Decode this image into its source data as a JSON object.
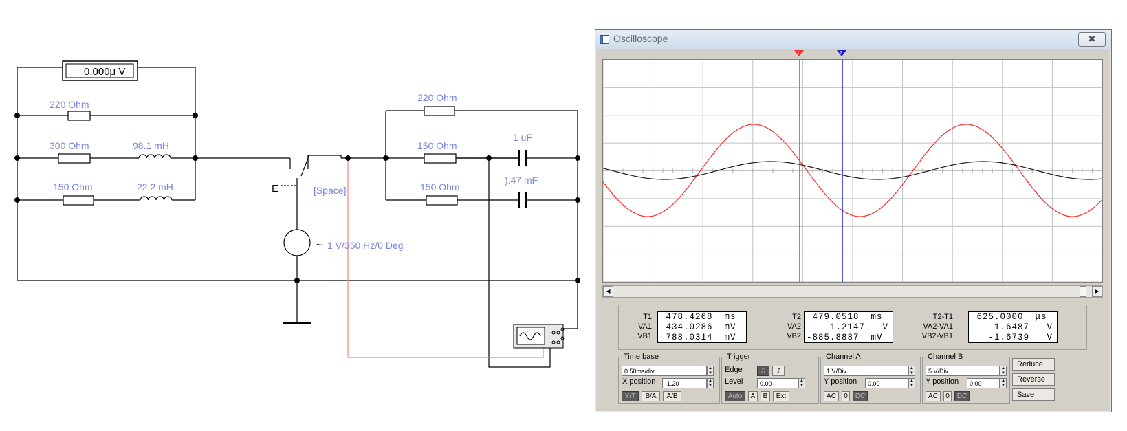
{
  "circuit": {
    "voltmeter_reading": "0.000μ V",
    "r_220_left": "220  Ohm",
    "r_300": "300  Ohm",
    "l_98": "98.1 mH",
    "r_150_left": "150  Ohm",
    "l_22": "22.2 mH",
    "switch_key": "E",
    "switch_label": "[Space]",
    "source_label": "1 V/350 Hz/0 Deg",
    "r_220_right": "220  Ohm",
    "r_150_right_top": "150  Ohm",
    "c_1uf": "1 uF",
    "r_150_right_bottom": "150  Ohm",
    "c_047": ").47 mF"
  },
  "scope": {
    "title": "Oscilloscope",
    "close_glyph": "✖",
    "marker1": "1",
    "marker2": "2",
    "colors": {
      "channel_a": "#ff2a2a",
      "channel_b": "#1a1a1a",
      "cursor1": "#ff2a2a",
      "cursor2": "#1f1fd6"
    }
  },
  "readout": {
    "t1_label": "T1",
    "va1_label": "VA1",
    "vb1_label": "VB1",
    "t1": " 478.4268  ms",
    "va1": " 434.0286  mV",
    "vb1": " 788.0314  mV",
    "t2_label": "T2",
    "va2_label": "VA2",
    "vb2_label": "VB2",
    "t2": " 479.0518  ms",
    "va2": "   -1.2147   V",
    "vb2": "-885.8887  mV",
    "dt_label": "T2-T1",
    "dva_label": "VA2-VA1",
    "dvb_label": "VB2-VB1",
    "dt": " 625.0000  μs",
    "dva": "   -1.6487   V",
    "dvb": "   -1.6739   V"
  },
  "timebase": {
    "legend": "Time base",
    "value": "0.50ms/div",
    "xpos_label": "X position",
    "xpos": "-1.20",
    "yt": "Y/T",
    "ba": "B/A",
    "ab": "A/B"
  },
  "trigger": {
    "legend": "Trigger",
    "edge_label": "Edge",
    "level_label": "Level",
    "level": "0.00",
    "auto": "Auto",
    "a": "A",
    "b": "B",
    "ext": "Ext"
  },
  "channel_a": {
    "legend": "Channel A",
    "value": "1 V/Div",
    "ypos_label": "Y position",
    "ypos": "0.00",
    "ac": "AC",
    "zero": "0",
    "dc": "DC"
  },
  "channel_b": {
    "legend": "Channel B",
    "value": "5 V/Div",
    "ypos_label": "Y position",
    "ypos": "0.00",
    "ac": "AC",
    "zero": "0",
    "dc": "DC"
  },
  "side": {
    "reduce": "Reduce",
    "reverse": "Reverse",
    "save": "Save"
  }
}
